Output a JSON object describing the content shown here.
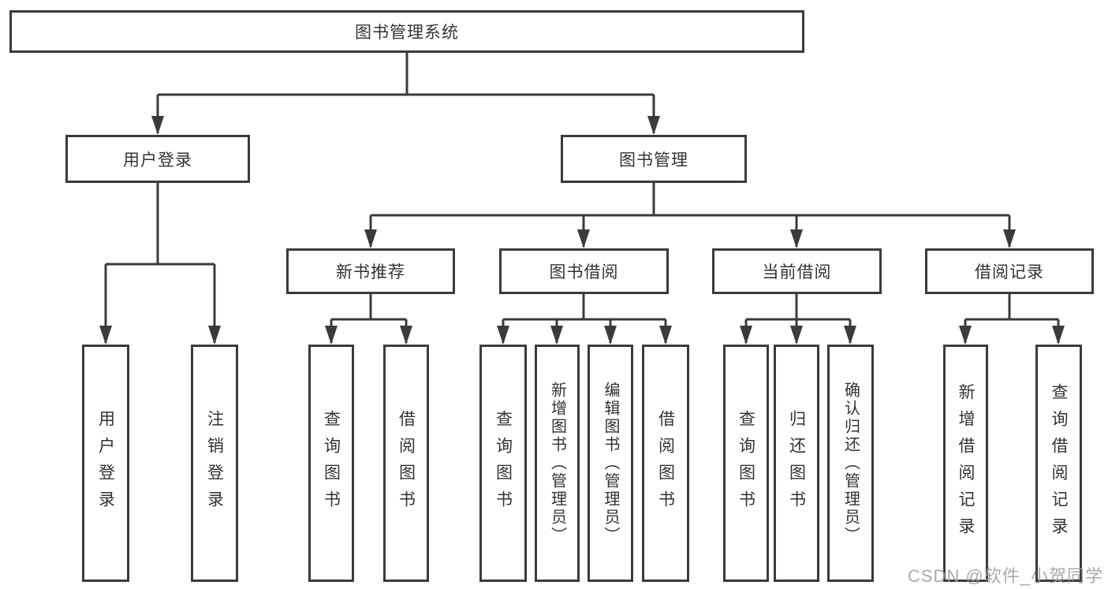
{
  "tree": {
    "root": {
      "label": "图书管理系统"
    },
    "branches": [
      {
        "label": "用户登录",
        "children": [
          {
            "label": "用户登录"
          },
          {
            "label": "注销登录"
          }
        ]
      },
      {
        "label": "图书管理",
        "sections": [
          {
            "label": "新书推荐",
            "children": [
              {
                "label": "查询图书"
              },
              {
                "label": "借阅图书"
              }
            ]
          },
          {
            "label": "图书借阅",
            "children": [
              {
                "label": "查询图书"
              },
              {
                "label": "新增图书（管理员）"
              },
              {
                "label": "编辑图书（管理员）"
              },
              {
                "label": "借阅图书"
              }
            ]
          },
          {
            "label": "当前借阅",
            "children": [
              {
                "label": "查询图书"
              },
              {
                "label": "归还图书"
              },
              {
                "label": "确认归还（管理员）"
              }
            ]
          },
          {
            "label": "借阅记录",
            "children": [
              {
                "label": "新增借阅记录"
              },
              {
                "label": "查询借阅记录"
              }
            ]
          }
        ]
      }
    ]
  },
  "watermark": {
    "text": "CSDN @软件_小贺同学"
  },
  "colors": {
    "line": "#3b3b3b",
    "text": "#333333",
    "background": "#ffffff",
    "watermark": "#9e9e9e"
  }
}
